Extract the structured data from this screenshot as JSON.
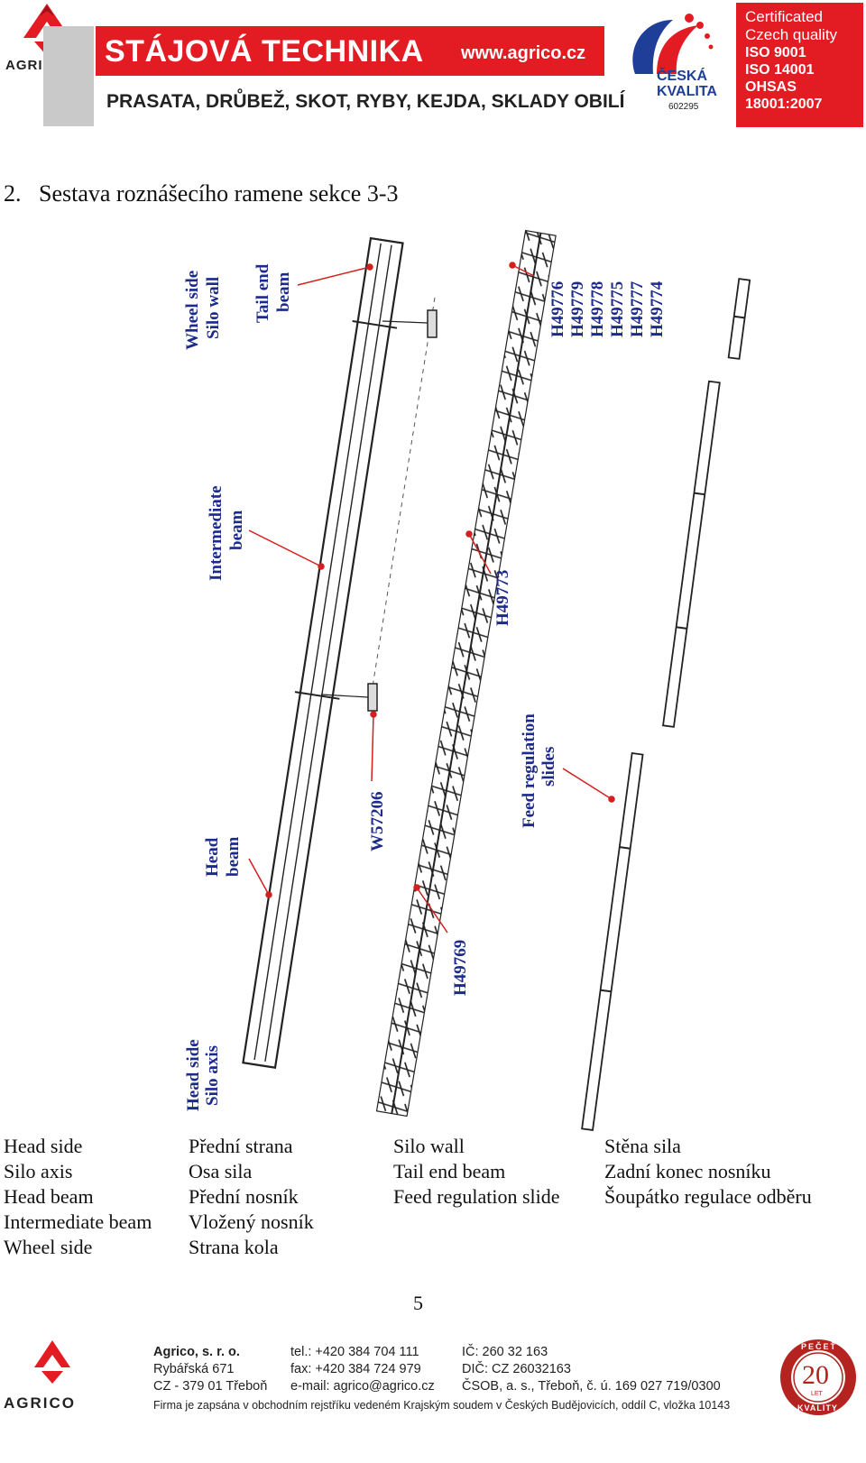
{
  "header": {
    "logo_text": "AGRICO",
    "banner_title": "STÁJOVÁ TECHNIKA",
    "website": "www.agrico.cz",
    "subtitle": "PRASATA, DRŮBEŽ, SKOT, RYBY, KEJDA, SKLADY OBILÍ",
    "ceska_kvalita": [
      "ČESKÁ",
      "KVALITA"
    ],
    "ceska_kvalita_id": "602295",
    "cert_lines": [
      "Certificated",
      "Czech quality",
      "ISO 9001",
      "ISO 14001",
      "OHSAS",
      "18001:2007"
    ]
  },
  "section_title": "2.   Sestava roznášecího ramene sekce 3-3",
  "figure_labels": {
    "wheel_side": "Wheel side",
    "silo_wall": "Silo wall",
    "tail_end": "Tail end",
    "beam": "beam",
    "intermediate": "Intermediate",
    "head": "Head",
    "head_side": "Head side",
    "silo_axis": "Silo axis",
    "w57206": "W57206",
    "h49773": "H49773",
    "h49769": "H49769",
    "feed_regulation": "Feed regulation",
    "slides": "slides",
    "part_numbers": [
      "H49776",
      "H49779",
      "H49778",
      "H49775",
      "H49777",
      "H49774"
    ]
  },
  "legend": [
    [
      "Head side",
      "Přední strana",
      "Silo wall",
      "Stěna sila"
    ],
    [
      "Silo axis",
      "Osa sila",
      "Tail end beam",
      "Zadní konec nosníku"
    ],
    [
      "Head beam",
      "Přední nosník",
      "Feed regulation slide",
      "Šoupátko regulace odběru"
    ],
    [
      "Intermediate beam",
      "Vložený nosník",
      "",
      ""
    ],
    [
      "Wheel side",
      "Strana kola",
      "",
      ""
    ]
  ],
  "page_number": "5",
  "footer": {
    "col1": [
      "Agrico, s. r. o.",
      "Rybářská 671",
      "CZ - 379 01 Třeboň"
    ],
    "col2": [
      "tel.: +420 384 704 111",
      "fax: +420 384 724 979",
      "e-mail: agrico@agrico.cz"
    ],
    "col3": [
      "IČ: 260 32 163",
      "DIČ: CZ 26032163",
      "ČSOB, a. s., Třeboň, č. ú. 169 027 719/0300"
    ],
    "registry": "Firma je zapsána v obchodním rejstříku vedeném Krajským soudem v Českých Budějovicích, oddíl C, vložka 10143",
    "seal_top": "PEČEŤ",
    "seal_bottom": "KVALITY",
    "seal_number": "20",
    "seal_let": "LET"
  },
  "colors": {
    "brand_red": "#e31b23",
    "label_blue": "#1c2a8c",
    "kvalita_blue": "#1f3e97"
  }
}
